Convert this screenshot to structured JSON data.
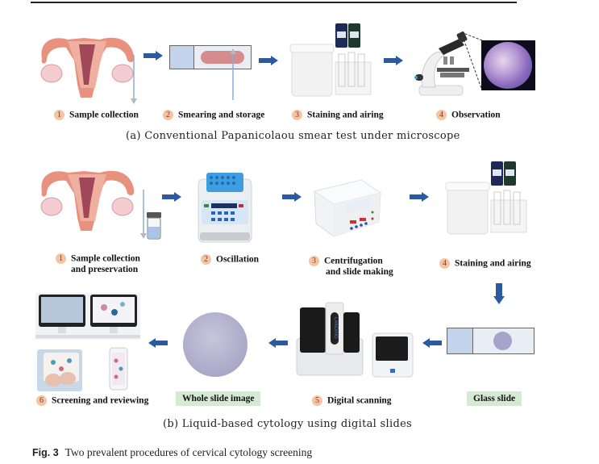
{
  "panel_a": {
    "steps": [
      {
        "num": "1",
        "label": "Sample collection"
      },
      {
        "num": "2",
        "label": "Smearing and storage"
      },
      {
        "num": "3",
        "label": "Staining and airing"
      },
      {
        "num": "4",
        "label": "Observation"
      }
    ],
    "caption": "(a) Conventional Papanicolaou smear test under microscope"
  },
  "panel_b": {
    "steps": [
      {
        "num": "1",
        "label_line1": "Sample collection",
        "label_line2": "and preservation"
      },
      {
        "num": "2",
        "label": "Oscillation"
      },
      {
        "num": "3",
        "label_line1": "Centrifugation",
        "label_line2": "and slide making"
      },
      {
        "num": "4",
        "label": "Staining and airing"
      },
      {
        "num": "5",
        "label": "Digital scanning"
      },
      {
        "num": "6",
        "label": "Screening and reviewing"
      }
    ],
    "tags": {
      "glass_slide": "Glass slide",
      "whole_slide_image": "Whole slide image"
    },
    "scanner_brand": "LANDING",
    "caption": "(b) Liquid-based cytology using digital slides"
  },
  "figure": {
    "number": "Fig. 3",
    "caption": "Two prevalent procedures of cervical cytology screening"
  },
  "colors": {
    "arrow": "#2c5aa0",
    "badge_bg": "#f4c4a4",
    "tag_bg": "#d4ead2",
    "slide_label": "#c3d3ec",
    "slide_body": "#e9edf6",
    "smear": "#d48c8c",
    "cell_spot": "#a6a4c8"
  }
}
